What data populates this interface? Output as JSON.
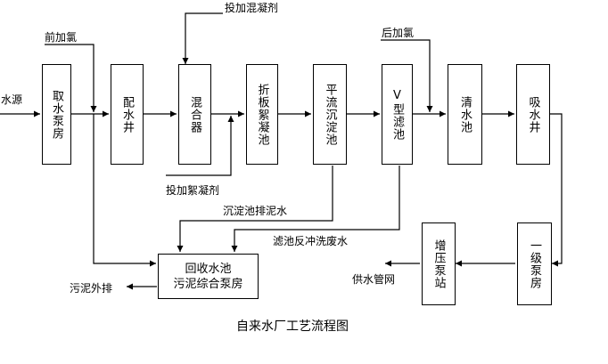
{
  "nodes": {
    "n1": "取水泵房",
    "n2": "配水井",
    "n3": "混合器",
    "n4": "折板絮凝池",
    "n5": "平流沉淀池",
    "n6": "V型滤池",
    "n7": "清水池",
    "n8": "吸水井",
    "n9": "一级泵房",
    "n10": "增压泵站",
    "n11_l1": "回收水池",
    "n11_l2": "污泥综合泵房"
  },
  "labels": {
    "source": "水源",
    "pre_chlorine": "前加氯",
    "coagulant": "投加混凝剂",
    "flocculant": "投加絮凝剂",
    "post_chlorine": "后加氯",
    "sludge_drain": "沉淀池排泥水",
    "backwash": "滤池反冲洗废水",
    "supply": "供水管网",
    "discharge": "污泥外排"
  },
  "title": "自来水厂工艺流程图"
}
